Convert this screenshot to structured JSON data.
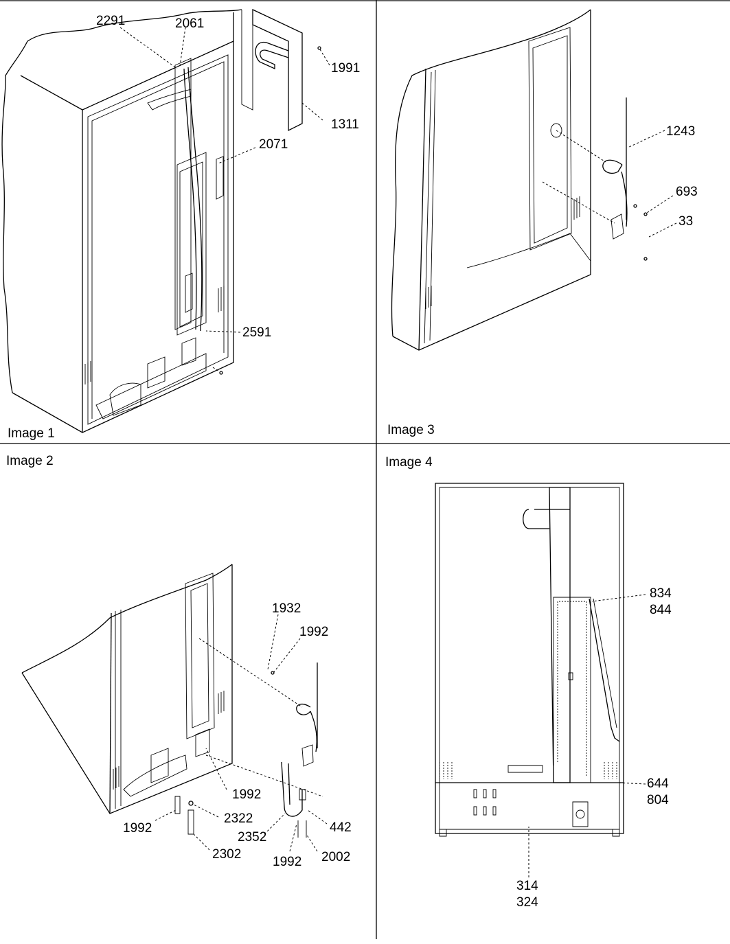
{
  "panels": [
    {
      "label": "Image 1",
      "callouts": [
        "2291",
        "2061",
        "1991",
        "1311",
        "2071",
        "2591"
      ]
    },
    {
      "label": "Image 2",
      "callouts": [
        "1932",
        "1992",
        "1992",
        "1992",
        "2322",
        "2352",
        "442",
        "2302",
        "1992",
        "2002"
      ]
    },
    {
      "label": "Image 3",
      "callouts": [
        "1243",
        "693",
        "33"
      ]
    },
    {
      "label": "Image 4",
      "callouts": [
        [
          "834",
          "844"
        ],
        [
          "644",
          "804"
        ],
        [
          "314",
          "324"
        ]
      ]
    }
  ]
}
